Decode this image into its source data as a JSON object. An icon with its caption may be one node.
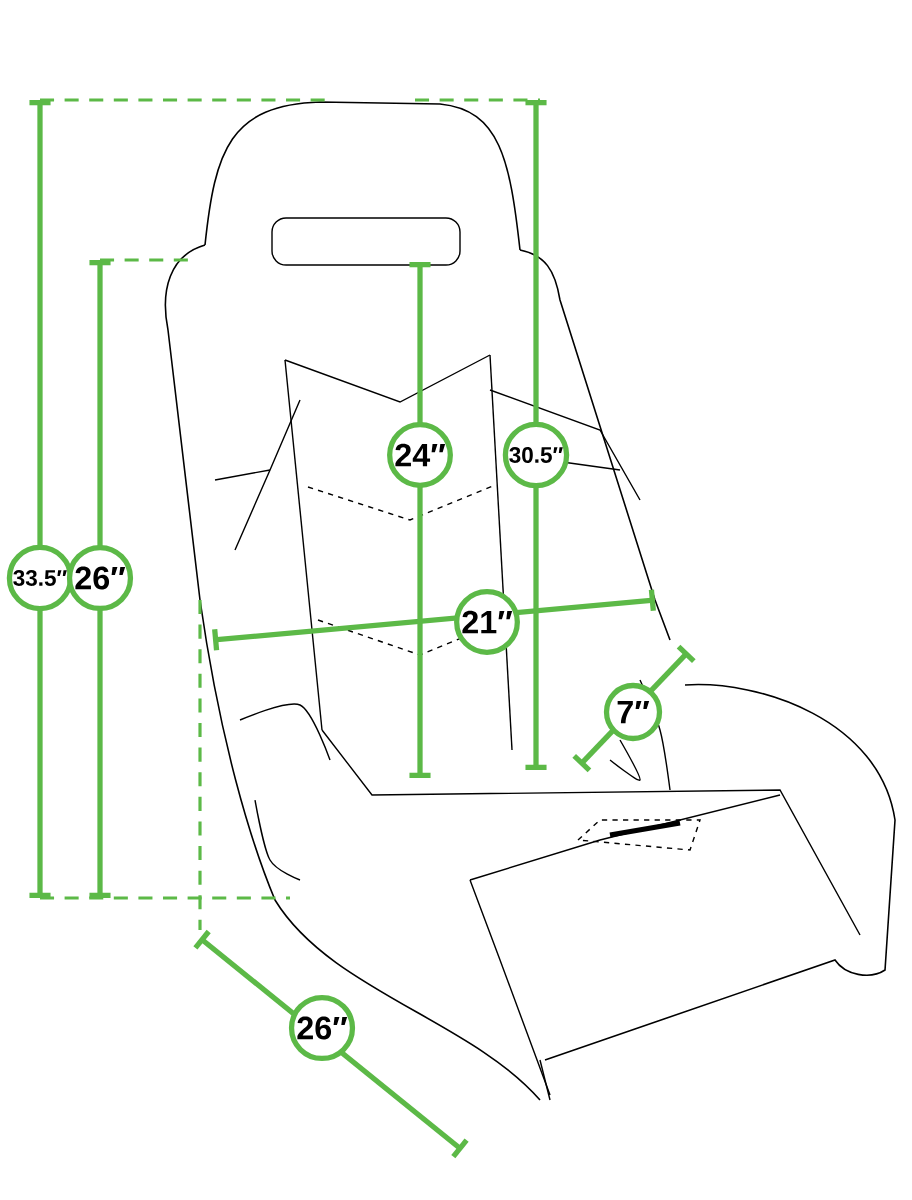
{
  "diagram": {
    "labels": [
      "33.5″",
      "26″",
      "24″",
      "30.5″",
      "21″",
      "7″",
      "26″"
    ]
  }
}
